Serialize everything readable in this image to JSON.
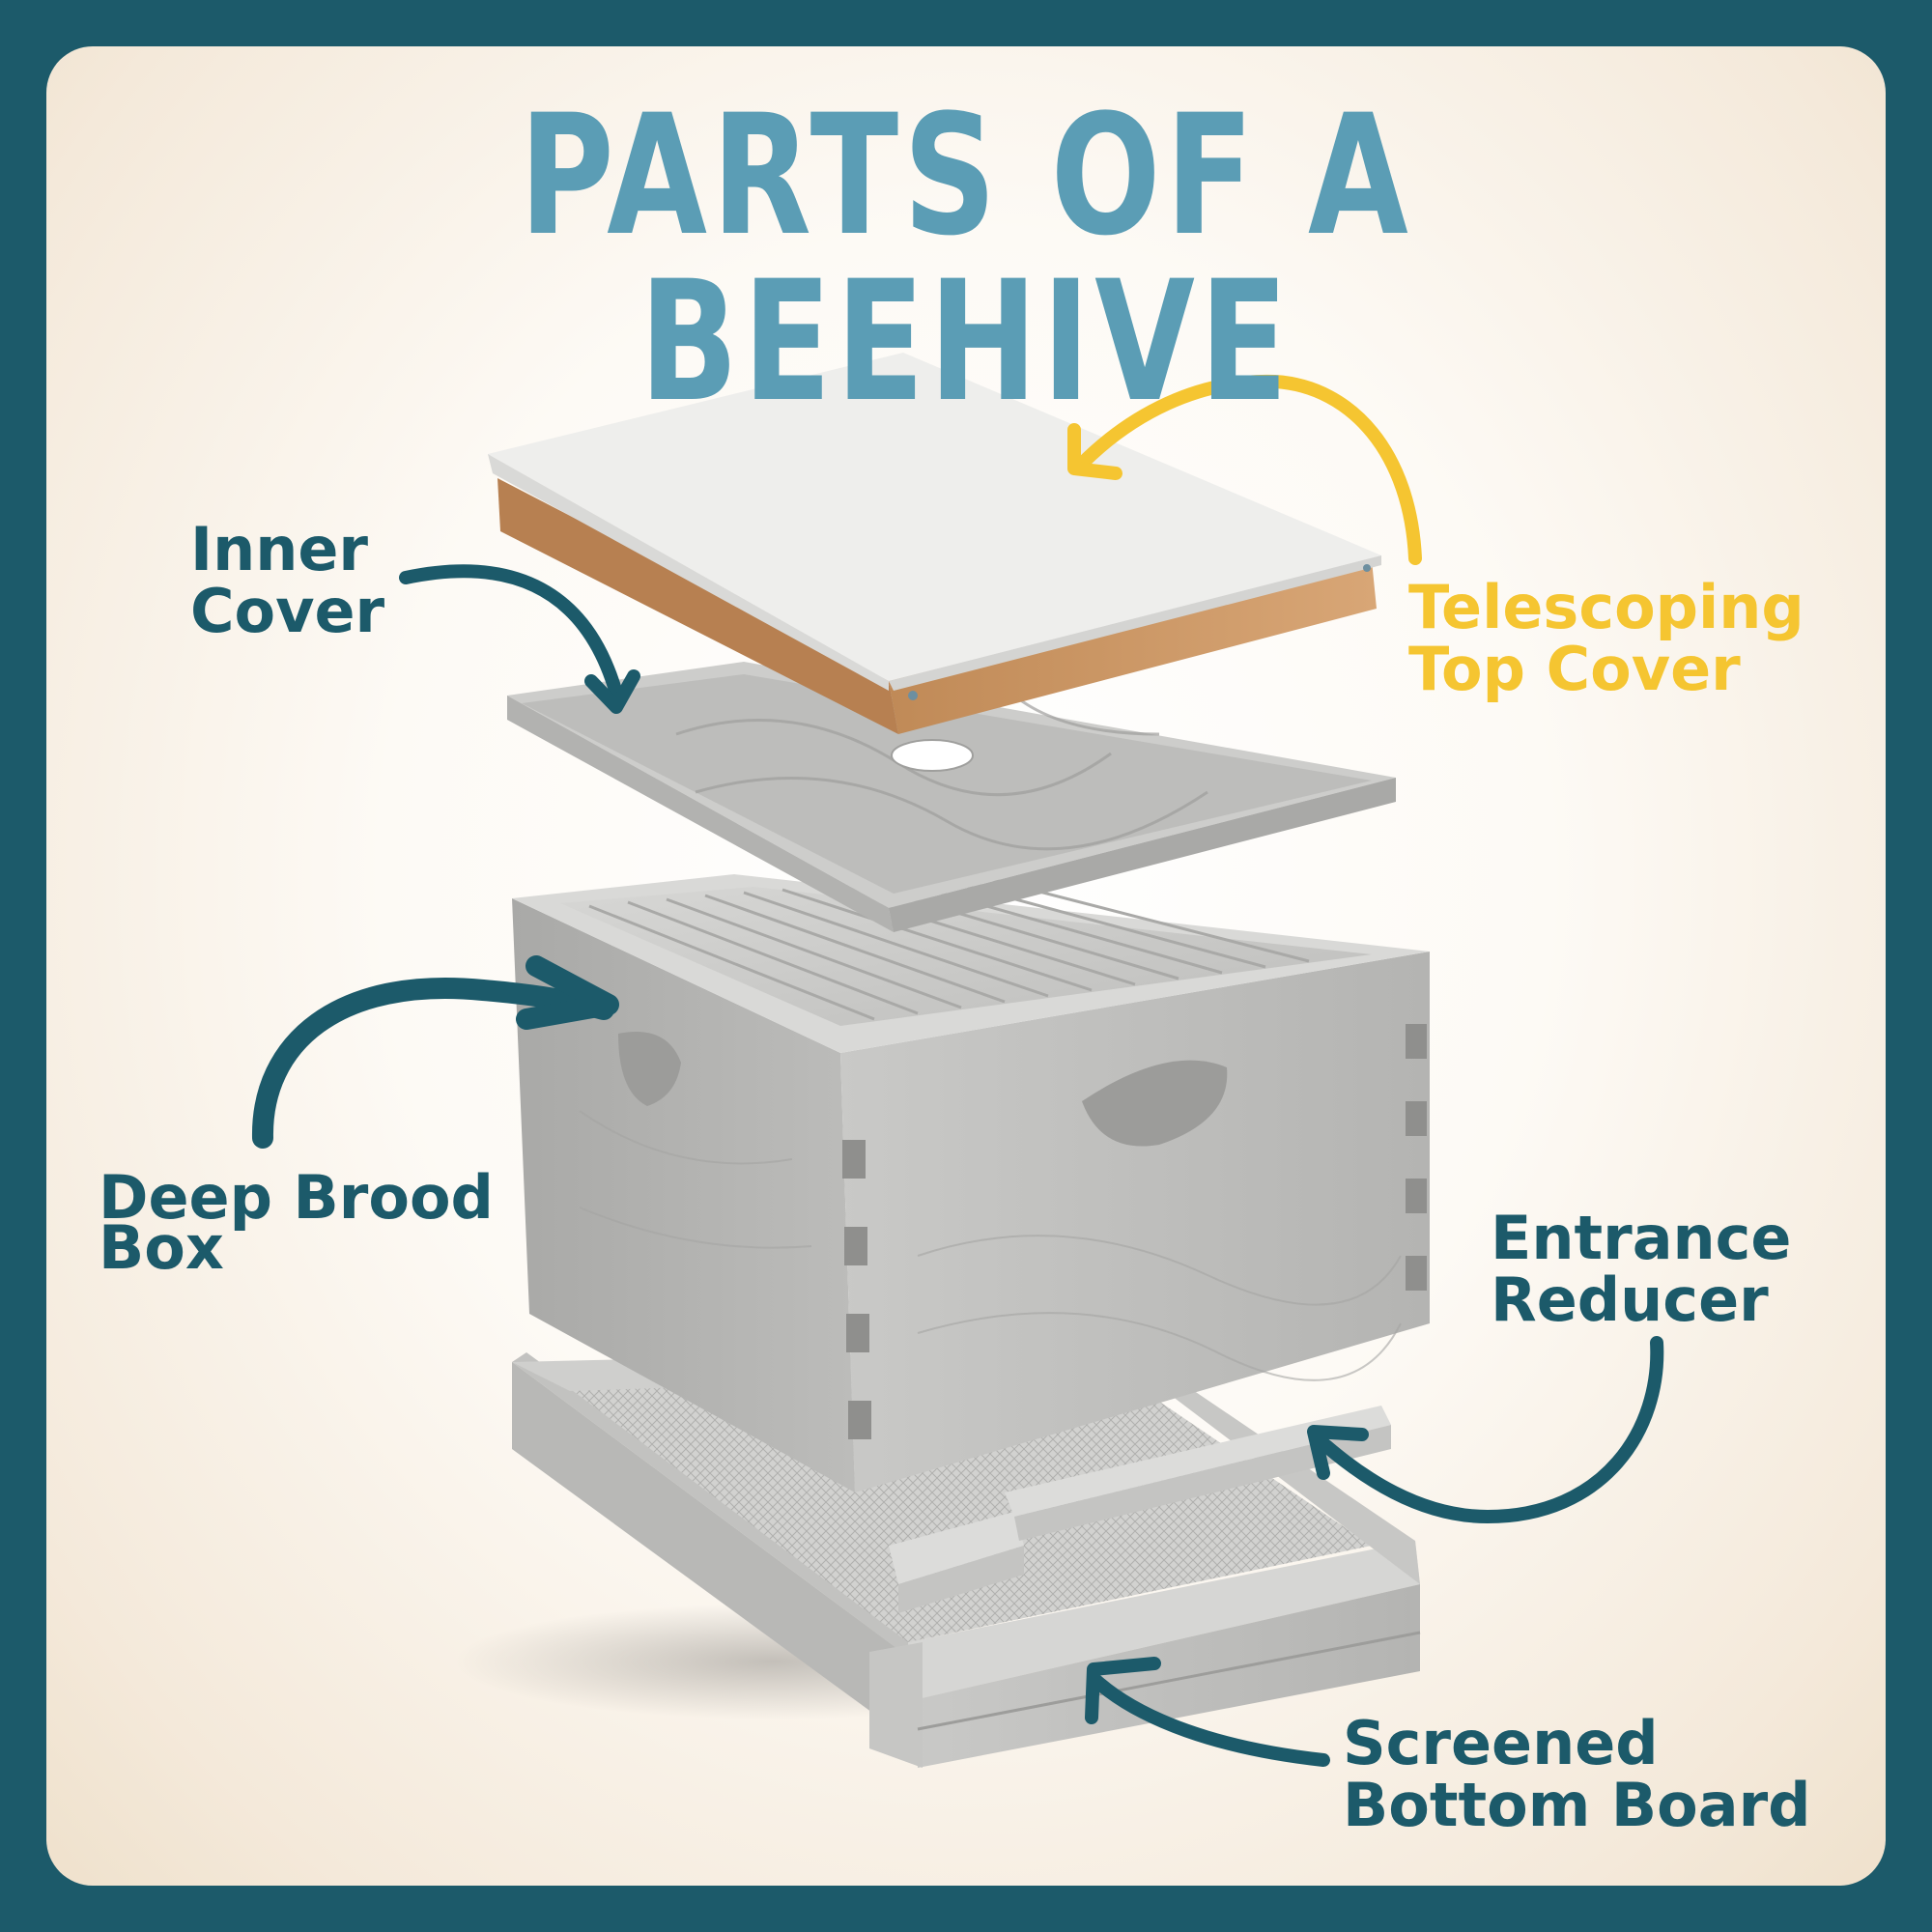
{
  "title": "PARTS OF A BEEHIVE",
  "labels": {
    "inner_cover": [
      "Inner",
      "Cover"
    ],
    "telescoping_top_cover": [
      "Telescoping",
      "Top Cover"
    ],
    "deep_brood_box": [
      "Deep Brood",
      "Box"
    ],
    "entrance_reducer": [
      "Entrance",
      "Reducer"
    ],
    "screened_bottom_board": [
      "Screened",
      "Bottom Board"
    ]
  },
  "colors": {
    "border": "#1c5a6a",
    "title": "#5b9db5",
    "label": "#1c5a6a",
    "highlight_label": "#f5c531"
  }
}
